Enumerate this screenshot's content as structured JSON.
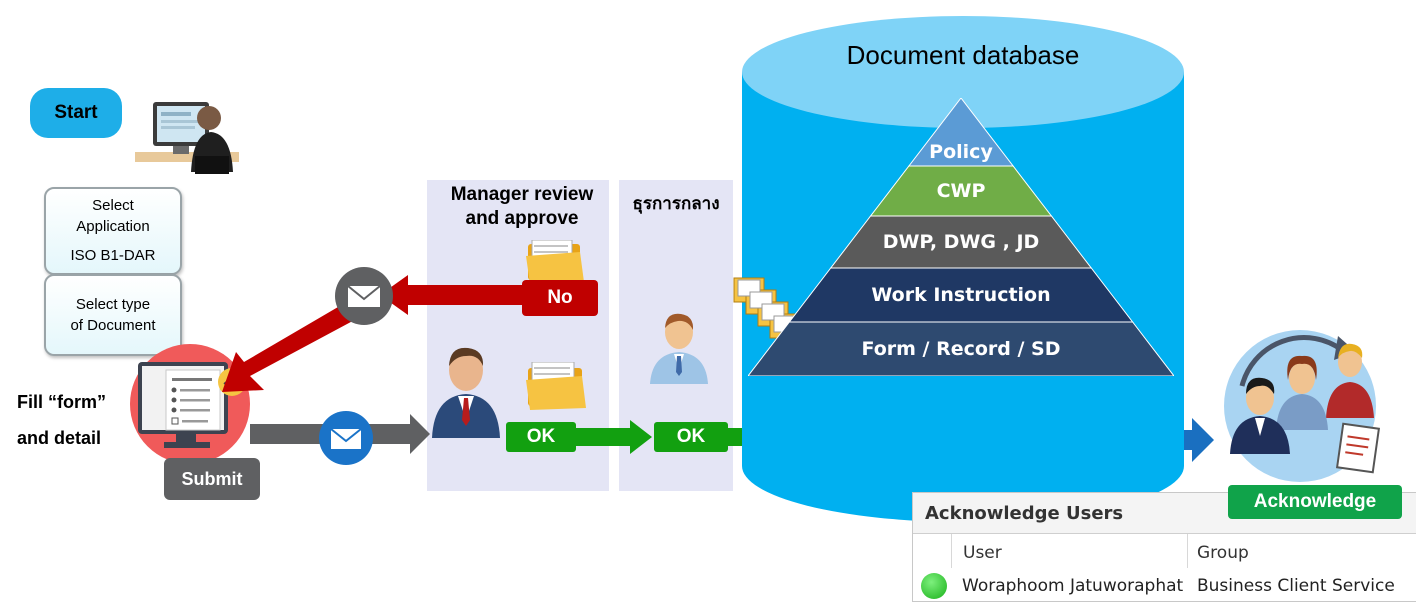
{
  "start": {
    "label": "Start"
  },
  "select_application": {
    "line1": "Select",
    "line2": "Application",
    "line3": "ISO B1-DAR"
  },
  "select_type": {
    "line1": "Select type",
    "line2": "of Document"
  },
  "fill_form": {
    "line1": "Fill “form”",
    "line2": "and detail"
  },
  "submit": {
    "label": "Submit"
  },
  "manager": {
    "line1": "Manager review",
    "line2": "and approve"
  },
  "central_admin": {
    "label": "ธุรการกลาง"
  },
  "decisions": {
    "no": "No",
    "ok_manager": "OK",
    "ok_admin": "OK"
  },
  "database": {
    "title": "Document database",
    "levels": [
      {
        "label": "Policy",
        "color": "#5b9bd5"
      },
      {
        "label": "CWP",
        "color": "#70ad47"
      },
      {
        "label": "DWP, DWG , JD",
        "color": "#5a5a5a"
      },
      {
        "label": "Work Instruction",
        "color": "#1f3864"
      },
      {
        "label": "Form / Record / SD",
        "color": "#2e4a70"
      }
    ],
    "body_color": "#00b0f0",
    "top_color": "#7fd3f7"
  },
  "acknowledge": {
    "label": "Acknowledge"
  },
  "ack_panel": {
    "title": "Acknowledge Users",
    "columns": [
      "User",
      "Group"
    ],
    "rows": [
      {
        "user": "Woraphoom Jatuworaphat",
        "group": "Business Client Service",
        "status": "green"
      }
    ]
  },
  "colors": {
    "reject": "#c00000",
    "approve": "#12a010",
    "flow_gray": "#5f6062",
    "notify_blue": "#1a73c8"
  }
}
